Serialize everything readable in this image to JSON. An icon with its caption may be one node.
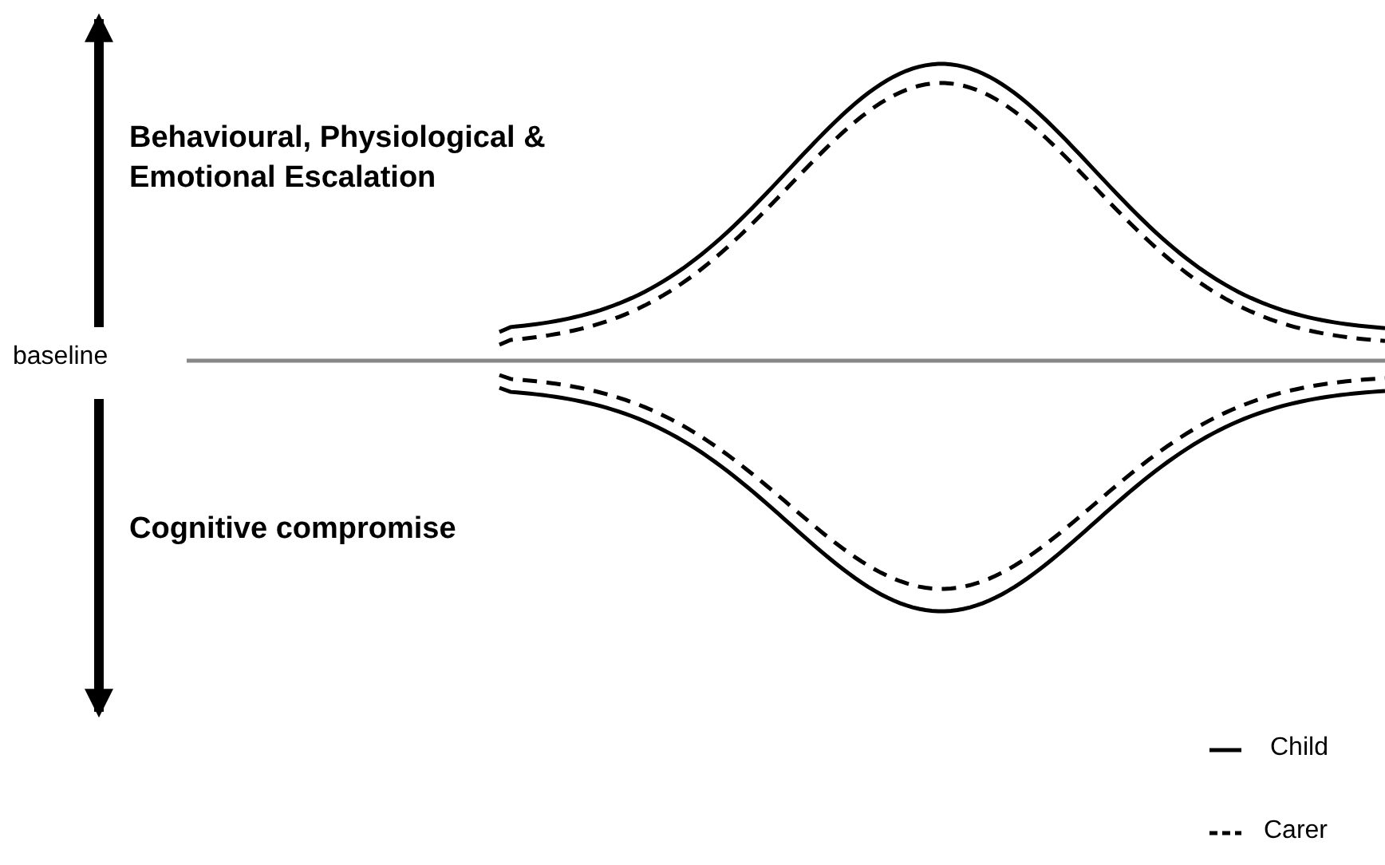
{
  "diagram": {
    "labels": [
      "Behavioural, Physiological & Emotional Escalation",
      "baseline",
      "Cognitive compromise"
    ],
    "legend": [
      {
        "text": "Child"
      },
      {
        "text": "Carer"
      }
    ]
  }
}
